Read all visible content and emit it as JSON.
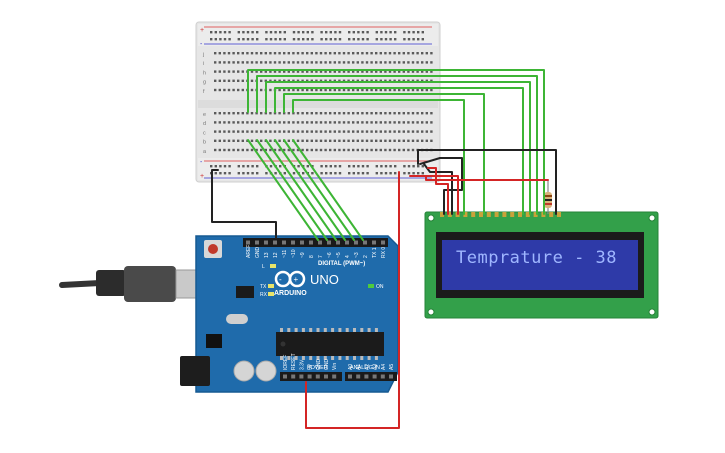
{
  "lcd": {
    "text": "Temprature - 38"
  },
  "arduino": {
    "brand": "ARDUINO",
    "model": "UNO",
    "digital_label": "DIGITAL (PWM~)",
    "power_label": "POWER",
    "analog_label": "ANALOG IN",
    "on_label": "ON",
    "tx_label": "TX",
    "rx_label": "RX",
    "l_label": "L",
    "digital_pins": [
      "AREF",
      "GND",
      "13",
      "12",
      "~11",
      "~10",
      "~9",
      "8",
      "7",
      "~6",
      "~5",
      "4",
      "~3",
      "2",
      "TX 1",
      "RX 0"
    ],
    "power_pins": [
      "IOREF",
      "RESET",
      "3.3V",
      "5V",
      "GND",
      "GND",
      "Vin"
    ],
    "analog_pins": [
      "A0",
      "A1",
      "A2",
      "A3",
      "A4",
      "A5"
    ]
  },
  "breadboard": {
    "row_letters_top": [
      "j",
      "i",
      "h",
      "g",
      "f"
    ],
    "row_letters_bottom": [
      "e",
      "d",
      "c",
      "b",
      "a"
    ],
    "rail_plus": "+",
    "rail_minus": "-"
  },
  "colors": {
    "wire_green": "#3db535",
    "wire_black": "#222222",
    "wire_red": "#d42525",
    "board_blue": "#1f6bab",
    "lcd_pcb": "#33a04a",
    "lcd_screen": "#2e3aa8"
  }
}
